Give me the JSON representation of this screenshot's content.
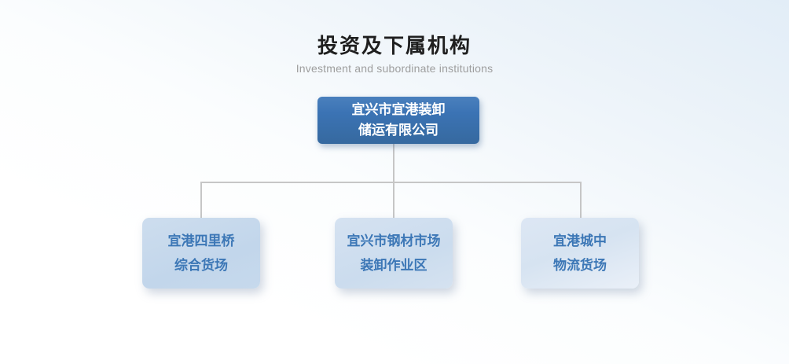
{
  "page": {
    "title": "投资及下属机构",
    "subtitle": "Investment and subordinate institutions"
  },
  "org_chart": {
    "root": {
      "name_line1": "宜兴市宜港装卸",
      "name_line2": "储运有限公司"
    },
    "children": [
      {
        "name_line1": "宜港四里桥",
        "name_line2": "综合货场"
      },
      {
        "name_line1": "宜兴市钢材市场",
        "name_line2": "装卸作业区"
      },
      {
        "name_line1": "宜港城中",
        "name_line2": "物流货场"
      }
    ]
  },
  "colors": {
    "background_top": "#e2edf7",
    "background_bottom": "#ffffff",
    "root_box_fill": "#3b73b4",
    "root_box_text": "#ffffff",
    "child_box_1_fill": "#c5d8ec",
    "child_box_2_fill": "#d0dff0",
    "child_box_3_fill": "#dce6f3",
    "child_box_text": "#3c77b6",
    "connector_line": "#c6c6c6",
    "title_text": "#1f1f1f",
    "subtitle_text": "#9e9e9e"
  }
}
